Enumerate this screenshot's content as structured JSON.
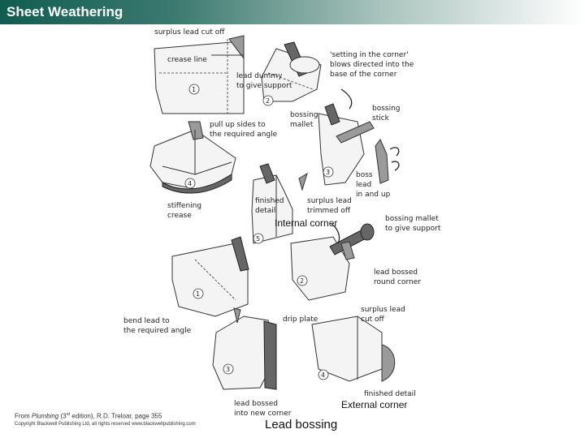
{
  "header": {
    "title": "Sheet Weathering"
  },
  "labels": {
    "surplus_top": "surplus lead cut off",
    "crease_line": "crease line",
    "lead_dummy": "lead dummy\nto give support",
    "setting_corner": "'setting in the corner'\nblows directed into the\nbase of the corner",
    "bossing_stick": "bossing\nstick",
    "bossing_mallet_top": "bossing\nmallet",
    "pull_up": "pull up sides to\nthe required angle",
    "boss_lead": "boss\nlead\nin and up",
    "stiffening": "stiffening\ncrease",
    "finished_detail_top": "finished\ndetail",
    "surplus_trimmed": "surplus lead\ntrimmed off",
    "bossing_mallet_right": "bossing mallet\nto give support",
    "lead_bossed_round": "lead bossed\nround corner",
    "surplus_bottom": "surplus lead\ncut off",
    "drip_plate": "drip plate",
    "bend_lead": "bend lead to\nthe required angle",
    "finished_detail_bottom": "finished detail",
    "lead_bossed_new": "lead bossed\ninto new corner"
  },
  "headings": {
    "internal": "Internal corner",
    "external": "External corner",
    "main": "Lead bossing"
  },
  "step_numbers": [
    "1",
    "2",
    "3",
    "4",
    "5",
    "1",
    "2",
    "3",
    "4"
  ],
  "credit": {
    "from": "From ",
    "book": "Plumbing",
    "edition_pre": " (3",
    "edition_sup": "rd",
    "edition_post": " edition), R.D. Treloar, page 355",
    "copyright": "Copyright Blackwell Publishing Ltd, all rights reserved  www.blackwellpublishing.com"
  },
  "colors": {
    "title_bar": "#0f5d50",
    "title_text": "#ffffff"
  }
}
